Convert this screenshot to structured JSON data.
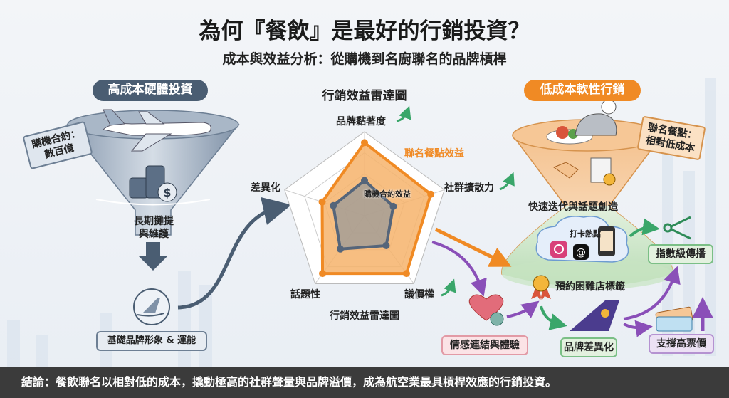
{
  "header": {
    "title": "為何『餐飲』是最好的行銷投資？",
    "subtitle": "成本與效益分析：從購機到名廚聯名的品牌槓桿"
  },
  "left": {
    "pill": "高成本硬體投資",
    "tag": "購機合約：\n數百億",
    "tag_line1": "購機合約：",
    "tag_line2": "數百億",
    "funnel_text1": "長期攤提",
    "funnel_text2": "與維護",
    "base_label": "基礎品牌形象 & 運能"
  },
  "center": {
    "title": "行銷效益雷達圖",
    "bottom_title": "行銷效益雷達圖"
  },
  "right": {
    "pill": "低成本軟性行銷",
    "tag_line1": "聯名餐點：",
    "tag_line2": "相對低成本",
    "iterate": "快速迭代與話題創造",
    "checkin": "打卡熱點",
    "reservation": "預約困難店標籤",
    "exponential": "指數級傳播",
    "emotion": "情感連結與體驗",
    "differentiation": "品牌差異化",
    "premium": "支撐高票價"
  },
  "conclusion": "結論：餐飲聯名以相對低的成本，撬動極高的社群聲量與品牌溢價，成為航空業最具槓桿效應的行銷投資。",
  "colors": {
    "orange": "#f08a24",
    "slate": "#4a5d72",
    "green": "#3aa66a",
    "purple": "#8a4fb8"
  },
  "chart_data": {
    "type": "radar",
    "title": "行銷效益雷達圖",
    "axes": [
      "品牌黏著度",
      "社群擴散力",
      "議價權",
      "話題性",
      "差異化"
    ],
    "range": [
      0,
      10
    ],
    "series": [
      {
        "name": "聯名餐點效益",
        "color": "#f08a24",
        "values": [
          8.7,
          8.3,
          8.5,
          8.5,
          5.3
        ]
      },
      {
        "name": "購機合約效益",
        "color": "#55657a",
        "values": [
          4.2,
          3.6,
          4.4,
          4.9,
          3.9
        ]
      }
    ]
  }
}
